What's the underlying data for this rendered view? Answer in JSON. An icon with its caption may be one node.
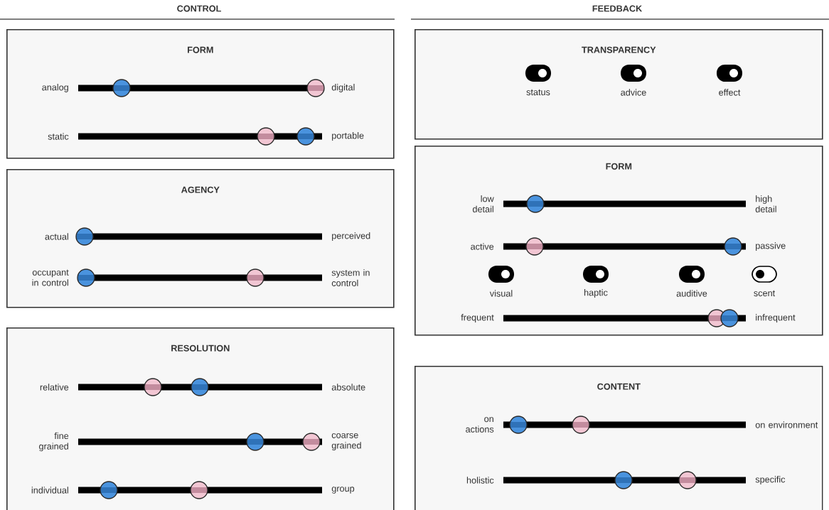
{
  "diagram": {
    "nodes": [
      {
        "text": [
          "FORM"
        ]
      },
      {
        "text": [
          "AGENCY"
        ]
      },
      {
        "text": [
          "RESOLUTION"
        ]
      },
      {
        "text": [
          "TRANSPARENCY"
        ]
      },
      {
        "text": [
          "FORM"
        ]
      },
      {
        "text": [
          "CONTENT"
        ]
      }
    ],
    "labels": [
      "CONTROL",
      "FEEDBACK",
      "analog",
      "digital",
      "static",
      "portable",
      "actual",
      "perceived",
      "occupant in control",
      "system in control",
      "relative",
      "absolute",
      "fine grained",
      "coarse grained",
      "individual",
      "group",
      "status",
      "advice",
      "effect",
      "low detail",
      "high detail",
      "active",
      "passive",
      "visual",
      "haptic",
      "auditive",
      "scent",
      "frequent",
      "infrequent",
      "on actions",
      "on environment",
      "holistic",
      "specific"
    ]
  }
}
